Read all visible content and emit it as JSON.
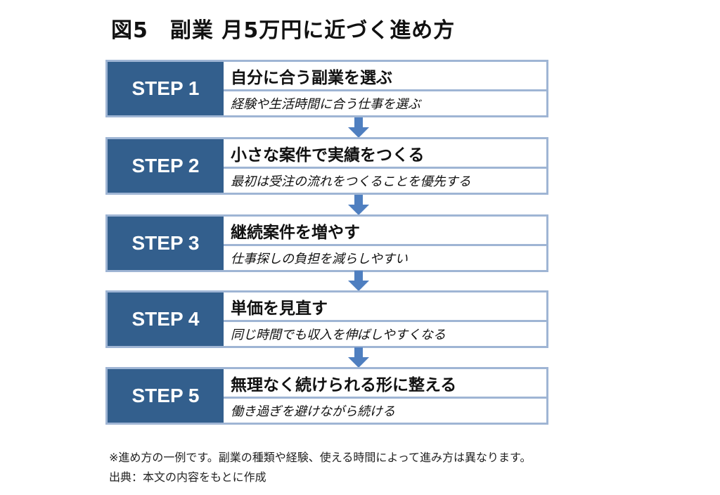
{
  "title": "図5　副業 月5万円に近づく進め方",
  "steps": [
    {
      "label": "STEP 1",
      "main": "自分に合う副業を選ぶ",
      "sub": "経験や生活時間に合う仕事を選ぶ"
    },
    {
      "label": "STEP 2",
      "main": "小さな案件で実績をつくる",
      "sub": "最初は受注の流れをつくることを優先する"
    },
    {
      "label": "STEP 3",
      "main": "継続案件を増やす",
      "sub": "仕事探しの負担を減らしやすい"
    },
    {
      "label": "STEP 4",
      "main": "単価を見直す",
      "sub": "同じ時間でも収入を伸ばしやすくなる"
    },
    {
      "label": "STEP 5",
      "main": "無理なく続けられる形に整える",
      "sub": "働き過ぎを避けながら続ける"
    }
  ],
  "footnote": "※進め方の一例です。副業の種類や経験、使える時間によって進み方は異なります。",
  "source": "出典：本文の内容をもとに作成",
  "colors": {
    "step_fill": "#335f8d",
    "border": "#9fb5d4",
    "arrow": "#4f7fc0"
  }
}
